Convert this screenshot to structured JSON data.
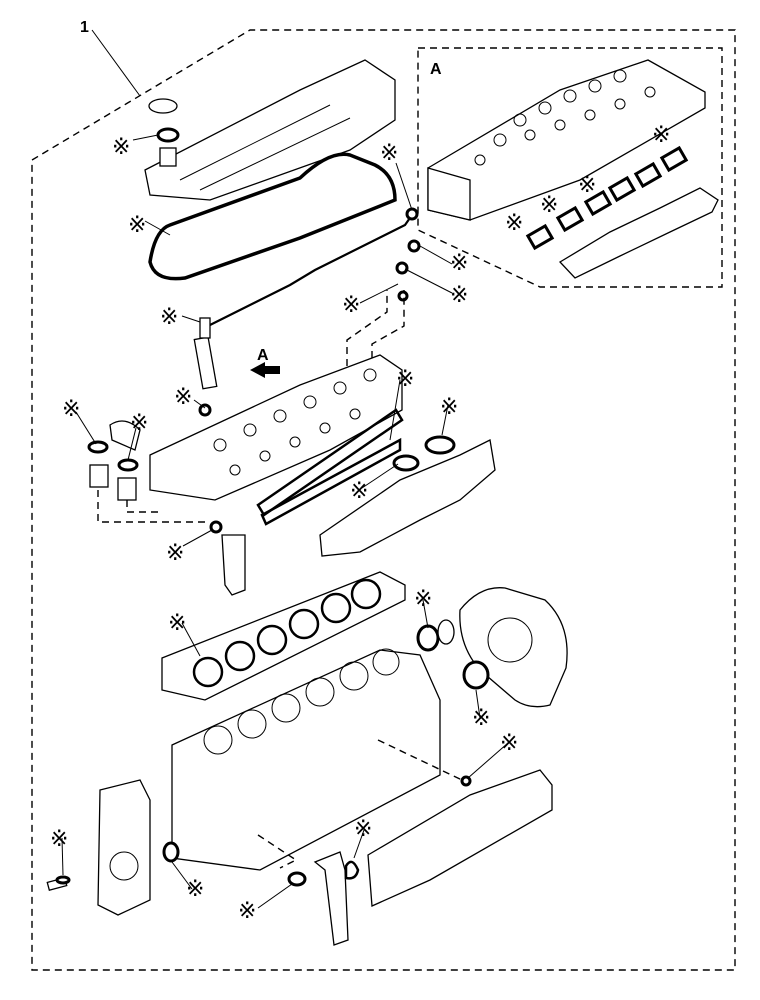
{
  "kit_callout": "1",
  "detail_label": "A",
  "view_arrow_label": "A",
  "kit_marker": "※",
  "marker_count": 26
}
